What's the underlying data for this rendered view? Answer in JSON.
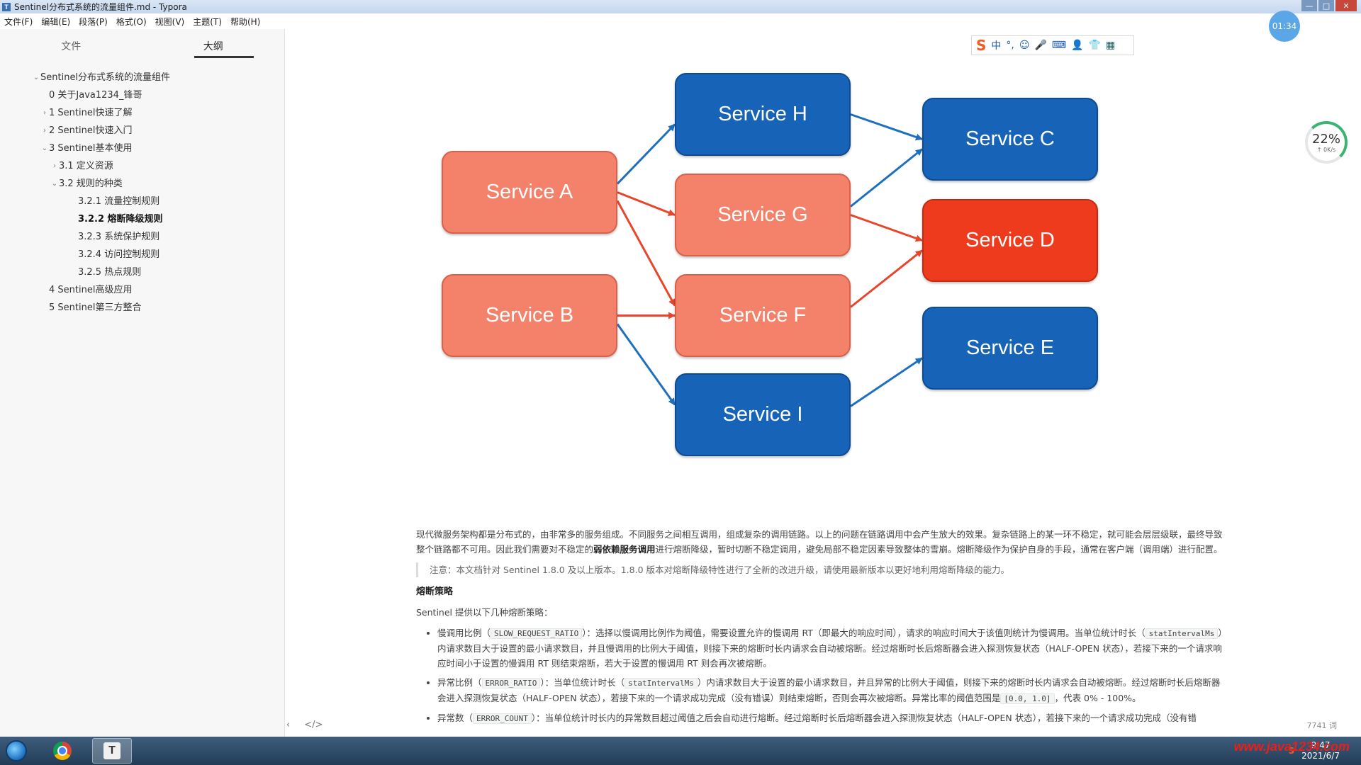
{
  "window": {
    "title": "Sentinel分布式系统的流量组件.md - Typora",
    "app_icon": "T",
    "controls": {
      "minimize": "—",
      "maximize": "□",
      "close": "✕"
    }
  },
  "menu": [
    "文件(F)",
    "编辑(E)",
    "段落(P)",
    "格式(O)",
    "视图(V)",
    "主题(T)",
    "帮助(H)"
  ],
  "sidebar": {
    "tabs": [
      {
        "label": "文件"
      },
      {
        "label": "大纲",
        "active": true
      }
    ],
    "outline": [
      {
        "label": "Sentinel分布式系统的流量组件",
        "toggle": "⌄",
        "level": 1
      },
      {
        "label": "0 关于Java1234_锋哥",
        "toggle": "",
        "level": 2
      },
      {
        "label": "1 Sentinel快速了解",
        "toggle": "›",
        "level": 2
      },
      {
        "label": "2 Sentinel快速入门",
        "toggle": "›",
        "level": 2
      },
      {
        "label": "3 Sentinel基本使用",
        "toggle": "⌄",
        "level": 2
      },
      {
        "label": "3.1 定义资源",
        "toggle": "›",
        "level": 3
      },
      {
        "label": "3.2 规则的种类",
        "toggle": "⌄",
        "level": 3
      },
      {
        "label": "3.2.1 流量控制规则",
        "toggle": "",
        "level": 4
      },
      {
        "label": "3.2.2 熔断降级规则",
        "toggle": "",
        "level": 4,
        "current": true
      },
      {
        "label": "3.2.3 系统保护规则",
        "toggle": "",
        "level": 4
      },
      {
        "label": "3.2.4 访问控制规则",
        "toggle": "",
        "level": 4
      },
      {
        "label": "3.2.5 热点规则",
        "toggle": "",
        "level": 4
      },
      {
        "label": "4 Sentinel高级应用",
        "toggle": "",
        "level": 2
      },
      {
        "label": "5 Sentinel第三方整合",
        "toggle": "",
        "level": 2
      }
    ],
    "footer": {
      "back": "‹",
      "source": "</>"
    }
  },
  "diagram": {
    "colors": {
      "salmon": "#f4826b",
      "blue": "#1763b8",
      "red": "#ee3b1d",
      "blue_arrow": "#1f6fbf",
      "red_arrow": "#e8452c"
    },
    "services": [
      {
        "id": "A",
        "label": "Service A",
        "color": "salmon"
      },
      {
        "id": "B",
        "label": "Service B",
        "color": "salmon"
      },
      {
        "id": "H",
        "label": "Service H",
        "color": "blue"
      },
      {
        "id": "G",
        "label": "Service G",
        "color": "salmon"
      },
      {
        "id": "F",
        "label": "Service F",
        "color": "salmon"
      },
      {
        "id": "I",
        "label": "Service I",
        "color": "blue"
      },
      {
        "id": "C",
        "label": "Service C",
        "color": "blue"
      },
      {
        "id": "D",
        "label": "Service D",
        "color": "red"
      },
      {
        "id": "E",
        "label": "Service E",
        "color": "blue"
      }
    ],
    "edges": [
      {
        "from": "A",
        "to": "H",
        "color": "blue"
      },
      {
        "from": "A",
        "to": "G",
        "color": "red"
      },
      {
        "from": "A",
        "to": "F",
        "color": "red"
      },
      {
        "from": "B",
        "to": "F",
        "color": "red"
      },
      {
        "from": "B",
        "to": "I",
        "color": "blue"
      },
      {
        "from": "H",
        "to": "C",
        "color": "blue"
      },
      {
        "from": "G",
        "to": "C",
        "color": "blue"
      },
      {
        "from": "G",
        "to": "D",
        "color": "red"
      },
      {
        "from": "F",
        "to": "D",
        "color": "red"
      },
      {
        "from": "I",
        "to": "E",
        "color": "blue"
      }
    ]
  },
  "doc": {
    "intro_a": "现代微服务架构都是分布式的，由非常多的服务组成。不同服务之间相互调用，组成复杂的调用链路。以上的问题在链路调用中会产生放大的效果。复杂链路上的某一环不稳定，就可能会层层级联，最终导致整个链路都不可用。因此我们需要对不稳定的",
    "intro_strong": "弱依赖服务调用",
    "intro_b": "进行熔断降级，暂时切断不稳定调用，避免局部不稳定因素导致整体的雪崩。熔断降级作为保护自身的手段，通常在客户端（调用端）进行配置。",
    "note": "注意：本文档针对 Sentinel 1.8.0 及以上版本。1.8.0 版本对熔断降级特性进行了全新的改进升级，请使用最新版本以更好地利用熔断降级的能力。",
    "strategy_heading": "熔断策略",
    "strategy_intro": "Sentinel 提供以下几种熔断策略：",
    "bullets": [
      {
        "a": "慢调用比例（",
        "code1": "SLOW_REQUEST_RATIO",
        "b": "）：选择以慢调用比例作为阈值，需要设置允许的慢调用 RT（即最大的响应时间），请求的响应时间大于该值则统计为慢调用。当单位统计时长（",
        "code2": "statIntervalMs",
        "c": "）内请求数目大于设置的最小请求数目，并且慢调用的比例大于阈值，则接下来的熔断时长内请求会自动被熔断。经过熔断时长后熔断器会进入探测恢复状态（HALF-OPEN 状态），若接下来的一个请求响应时间小于设置的慢调用 RT 则结束熔断，若大于设置的慢调用 RT 则会再次被熔断。"
      },
      {
        "a": "异常比例（",
        "code1": "ERROR_RATIO",
        "b": "）：当单位统计时长（",
        "code2": "statIntervalMs",
        "c": "）内请求数目大于设置的最小请求数目，并且异常的比例大于阈值，则接下来的熔断时长内请求会自动被熔断。经过熔断时长后熔断器会进入探测恢复状态（HALF-OPEN 状态），若接下来的一个请求成功完成（没有错误）则结束熔断，否则会再次被熔断。异常比率的阈值范围是",
        "code3": "[0.0, 1.0]",
        "d": "，代表 0% - 100%。"
      },
      {
        "a": "异常数（",
        "code1": "ERROR_COUNT",
        "b": "）：当单位统计时长内的异常数目超过阈值之后会自动进行熔断。经过熔断时长后熔断器会进入探测恢复状态（HALF-OPEN 状态），若接下来的一个请求成功完成（没有错",
        "code2": "",
        "c": ""
      }
    ],
    "word_count": "7741 词"
  },
  "overlays": {
    "ime": {
      "logo": "S",
      "items": [
        "中",
        "°,",
        "☺",
        "🎤",
        "⌨",
        "👤",
        "👕",
        "▦"
      ]
    },
    "timer": "01:34",
    "net_gauge": {
      "percent": "22%",
      "speed": "↑ 0K/s"
    }
  },
  "taskbar": {
    "apps": [
      {
        "name": "chrome"
      },
      {
        "name": "typora",
        "label": "T",
        "active": true
      }
    ],
    "tray": {
      "sogou": "S",
      "time": "9:47",
      "date": "2021/6/7"
    }
  },
  "watermark": "www.java1234.com"
}
